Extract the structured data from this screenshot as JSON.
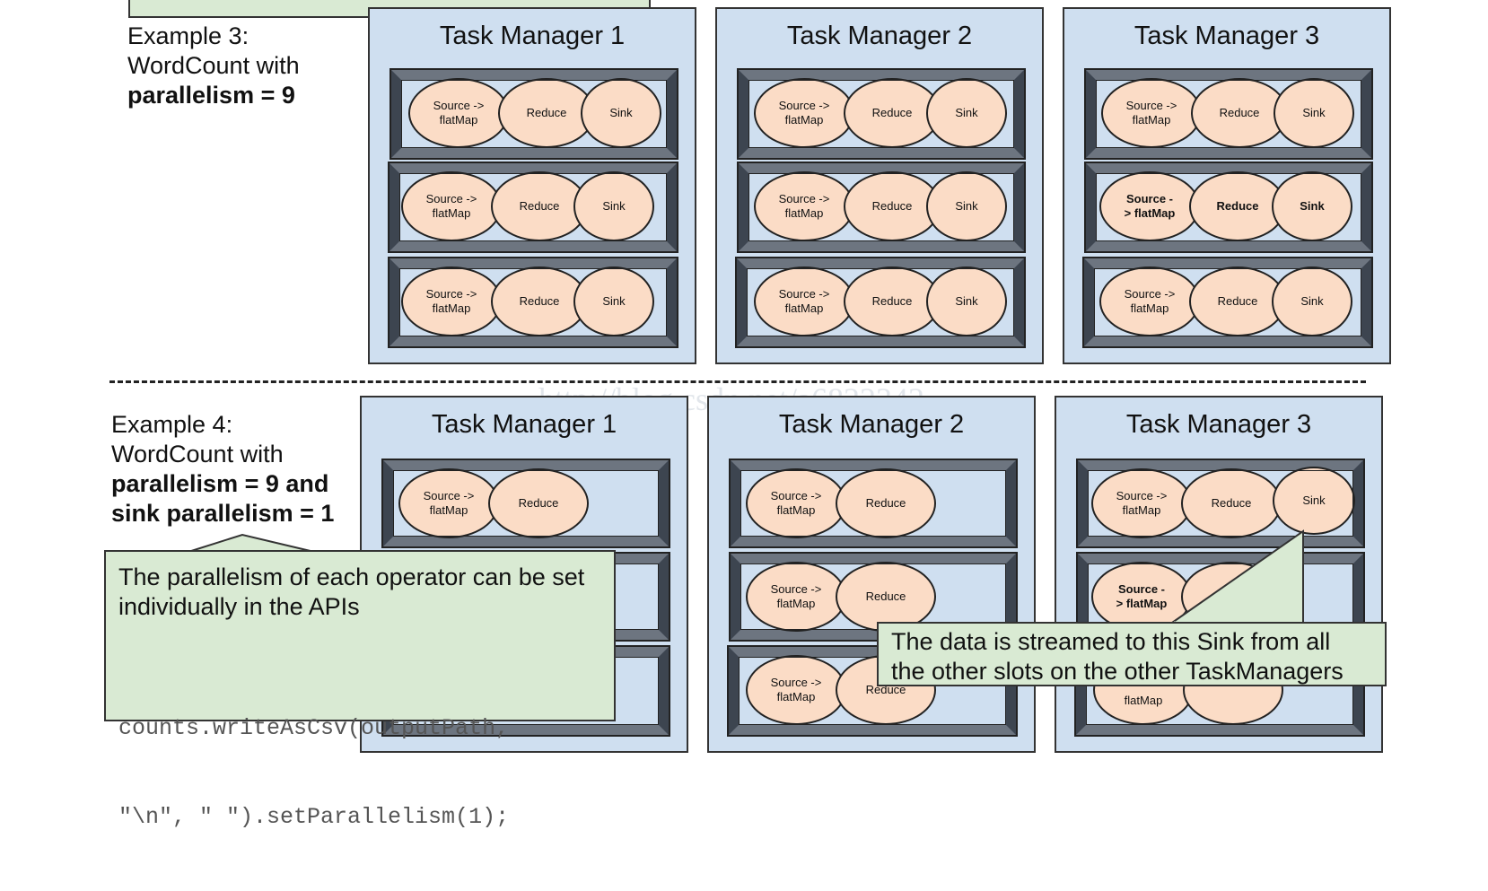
{
  "example3": {
    "line1": "Example 3:",
    "line2": "WordCount with",
    "line3": "parallelism = 9"
  },
  "example4": {
    "line1": "Example 4:",
    "line2": "WordCount with",
    "line3": "parallelism = 9 and",
    "line4": "sink parallelism = 1"
  },
  "task_managers": [
    "Task Manager 1",
    "Task Manager 2",
    "Task Manager 3"
  ],
  "operators": {
    "source": "Source ->\nflatMap",
    "source_bold": "Source -\n> flatMap",
    "reduce": "Reduce",
    "sink": "Sink"
  },
  "callout_api": {
    "text_line1": "The parallelism of each operator can be set",
    "text_line2": "individually in the APIs",
    "code_line1": "counts.writeAsCsv(outputPath,",
    "code_line2": "\"\\n\", \" \").setParallelism(1);"
  },
  "callout_sink": {
    "text_line1": "The data is streamed to this Sink from all",
    "text_line2": "the other slots on the other TaskManagers"
  },
  "watermark": "http://blog.csdn.net/a6822342",
  "colors": {
    "task_manager_bg": "#cfdff0",
    "operator_fill": "#fbdcc6",
    "callout_fill": "#d9ead3"
  }
}
